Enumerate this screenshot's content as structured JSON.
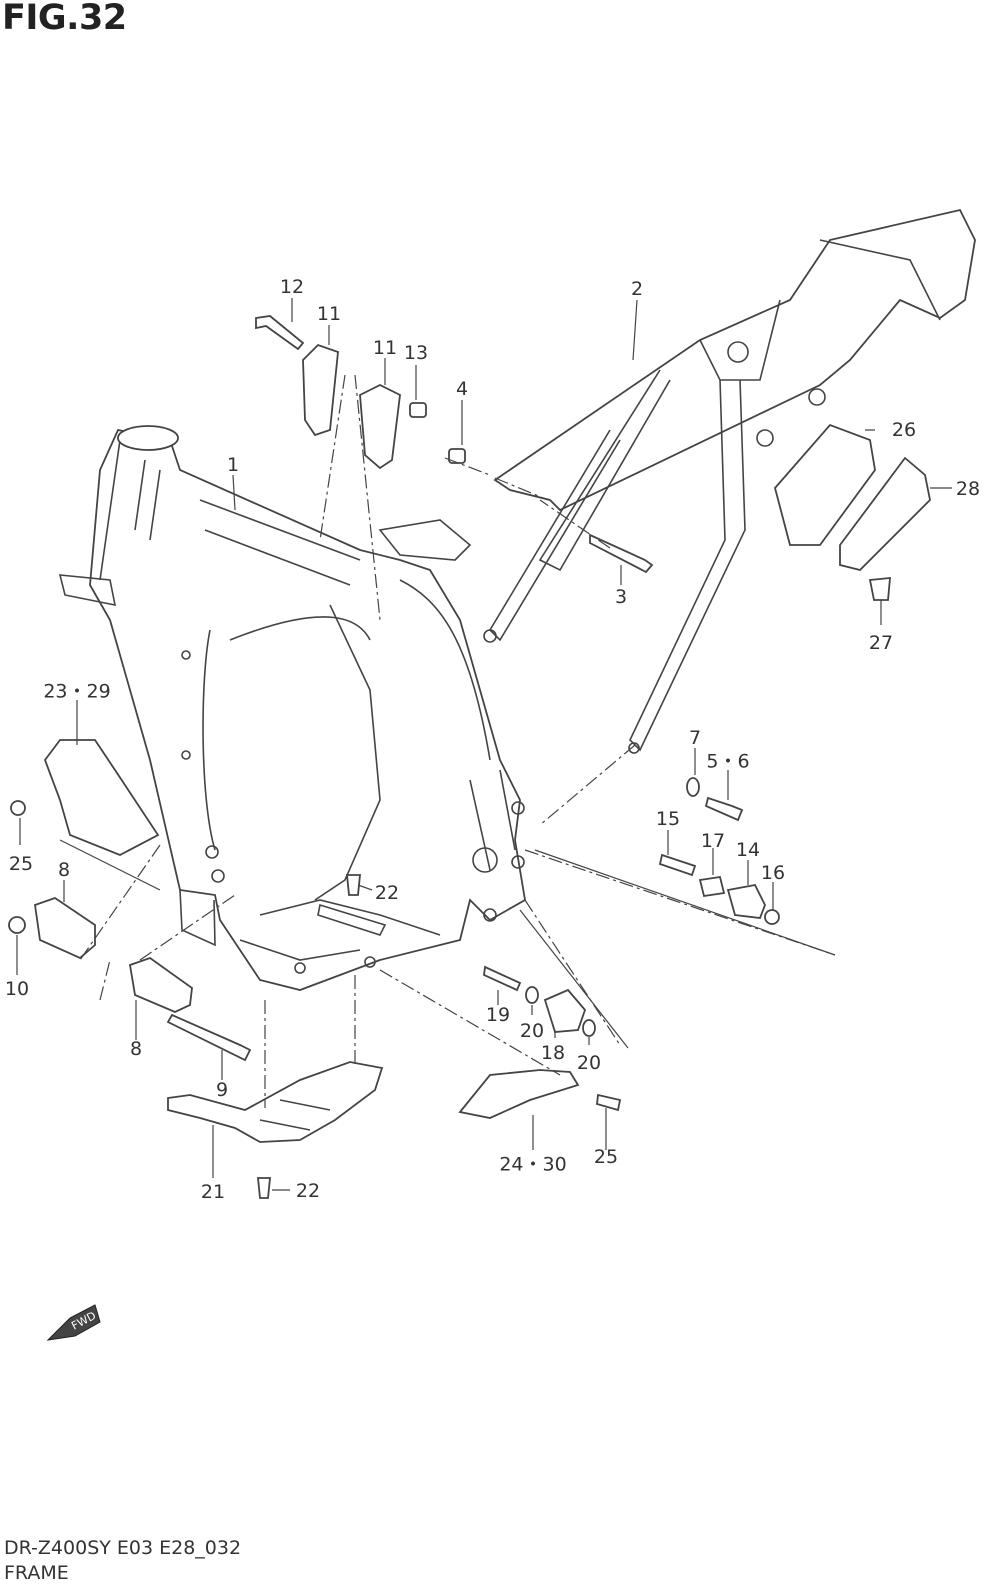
{
  "figure": {
    "title": "FIG.32",
    "model_code": "DR-Z400SY E03 E28_032",
    "section": "FRAME",
    "fwd_label": "FWD"
  },
  "callouts": [
    {
      "id": "c12",
      "text": "12"
    },
    {
      "id": "c11a",
      "text": "11"
    },
    {
      "id": "c11b",
      "text": "11"
    },
    {
      "id": "c13",
      "text": "13"
    },
    {
      "id": "c4",
      "text": "4"
    },
    {
      "id": "c2",
      "text": "2"
    },
    {
      "id": "c1",
      "text": "1"
    },
    {
      "id": "c26",
      "text": "26"
    },
    {
      "id": "c28",
      "text": "28"
    },
    {
      "id": "c3",
      "text": "3"
    },
    {
      "id": "c27",
      "text": "27"
    },
    {
      "id": "c23_29",
      "text": "23・29"
    },
    {
      "id": "c7",
      "text": "7"
    },
    {
      "id": "c5_6",
      "text": "5・6"
    },
    {
      "id": "c25a",
      "text": "25"
    },
    {
      "id": "c15",
      "text": "15"
    },
    {
      "id": "c17",
      "text": "17"
    },
    {
      "id": "c14",
      "text": "14"
    },
    {
      "id": "c16",
      "text": "16"
    },
    {
      "id": "c8a",
      "text": "8"
    },
    {
      "id": "c22a",
      "text": "22"
    },
    {
      "id": "c10",
      "text": "10"
    },
    {
      "id": "c19",
      "text": "19"
    },
    {
      "id": "c20a",
      "text": "20"
    },
    {
      "id": "c18",
      "text": "18"
    },
    {
      "id": "c20b",
      "text": "20"
    },
    {
      "id": "c8b",
      "text": "8"
    },
    {
      "id": "c9",
      "text": "9"
    },
    {
      "id": "c21",
      "text": "21"
    },
    {
      "id": "c22b",
      "text": "22"
    },
    {
      "id": "c24_30",
      "text": "24・30"
    },
    {
      "id": "c25b",
      "text": "25"
    }
  ]
}
